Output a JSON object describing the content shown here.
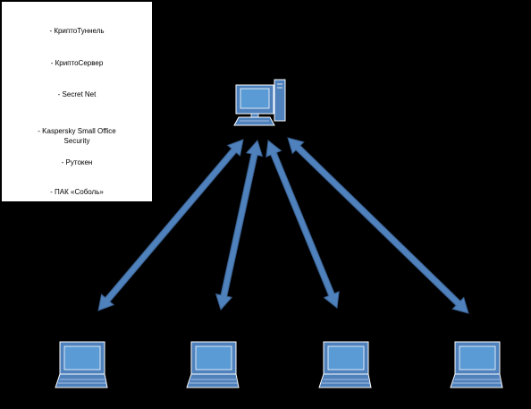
{
  "legend": {
    "items": [
      "- КриптоТуннель",
      "- КриптоСервер",
      "- Secret Net",
      "- Kaspersky Small Office\nSecurity",
      "- Рутокен",
      "- ПАК «Соболь»"
    ]
  },
  "colors": {
    "background": "#000000",
    "legend_background": "#ffffff",
    "device_fill": "#4f81bd",
    "device_screen": "#5b9bd5",
    "device_outline": "#ffffff",
    "arrow_fill": "#4f81bd",
    "arrow_outline": "#385d8a"
  },
  "icons": {
    "server": "desktop-computer-icon",
    "clients": "laptop-icon"
  }
}
